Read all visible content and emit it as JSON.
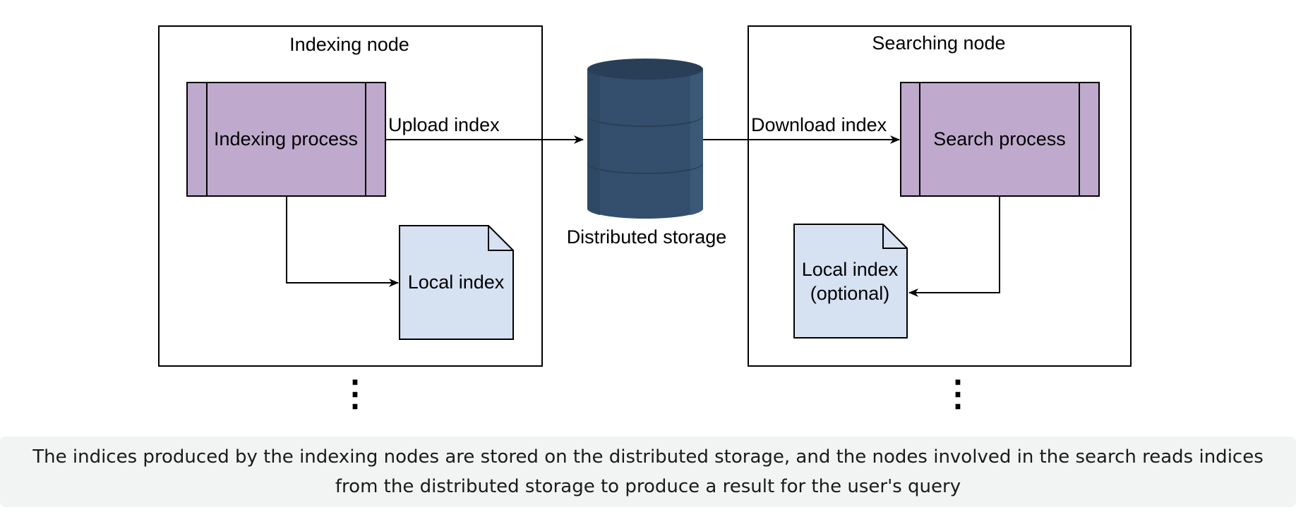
{
  "diagram": {
    "indexing_node": {
      "title": "Indexing node",
      "process_label": "Indexing process",
      "edge_upload_label": "Upload index",
      "local_index_label": "Local index",
      "continuation": "⋮"
    },
    "storage": {
      "label": "Distributed storage"
    },
    "searching_node": {
      "title": "Searching node",
      "process_label": "Search process",
      "edge_download_label": "Download index",
      "local_index_label_line1": "Local index",
      "local_index_label_line2": "(optional)",
      "continuation": "⋮"
    },
    "colors": {
      "process_fill": "#bfaacd",
      "document_fill": "#d6e1f2",
      "database_dark": "#293f57",
      "database_mid": "#344f6d",
      "database_light": "#3c5877",
      "caption_background": "#f2f3f3"
    }
  },
  "caption": "The indices produced by the indexing nodes are stored on the distributed storage, and the nodes involved in the search reads indices from the distributed storage to produce a result for the user's query"
}
